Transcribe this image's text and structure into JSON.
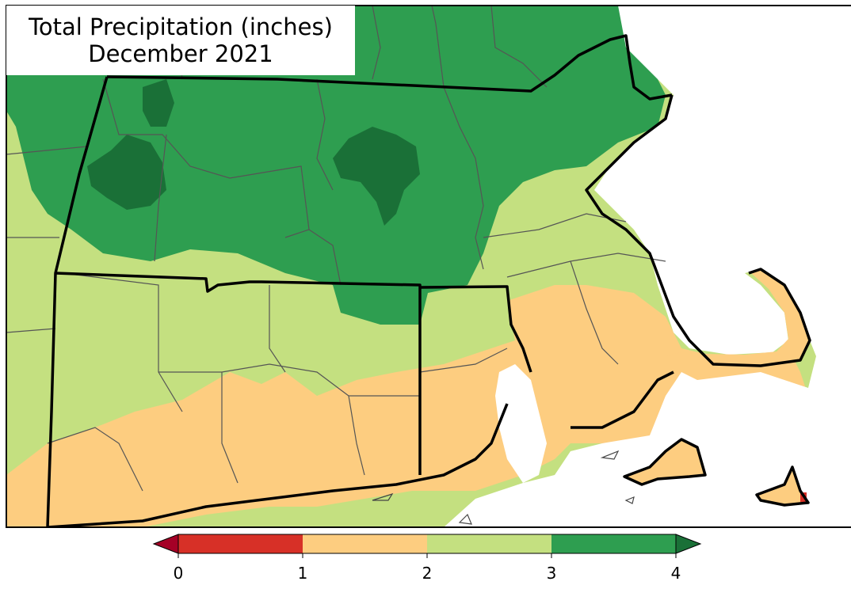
{
  "title": {
    "line1": "Total Precipitation (inches)",
    "line2": "December 2021"
  },
  "legend": {
    "ticks": [
      "0",
      "1",
      "2",
      "3",
      "4"
    ],
    "bins": [
      {
        "range": "<0",
        "color": "#a50026"
      },
      {
        "range": "0-1",
        "color": "#d73027"
      },
      {
        "range": "1-2",
        "color": "#fdcd80"
      },
      {
        "range": "2-3",
        "color": "#c4e080"
      },
      {
        "range": "3-4",
        "color": "#2e9e50"
      },
      {
        "range": ">4",
        "color": "#1a7037"
      }
    ]
  },
  "colors": {
    "lt1": "#d73027",
    "r1_2": "#fdcd80",
    "r2_3": "#c4e080",
    "r3_4": "#2e9e50",
    "gt4": "#1a7037",
    "state_border": "#000000",
    "county_border": "#555555"
  }
}
